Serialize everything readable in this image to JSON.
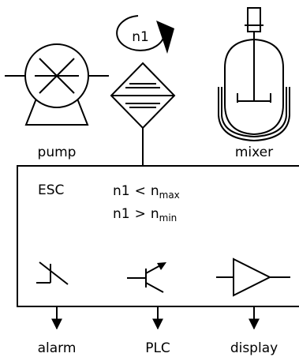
{
  "equipment": {
    "pump_label": "pump",
    "mixer_label": "mixer",
    "speed_label": "n1"
  },
  "controller": {
    "name": "ESC",
    "conditions": [
      {
        "lhs": "n1",
        "op": "<",
        "var": "n",
        "sub": "max"
      },
      {
        "lhs": "n1",
        "op": ">",
        "var": "n",
        "sub": "min"
      }
    ]
  },
  "outputs": [
    {
      "label": "alarm"
    },
    {
      "label": "PLC"
    },
    {
      "label": "display"
    }
  ]
}
